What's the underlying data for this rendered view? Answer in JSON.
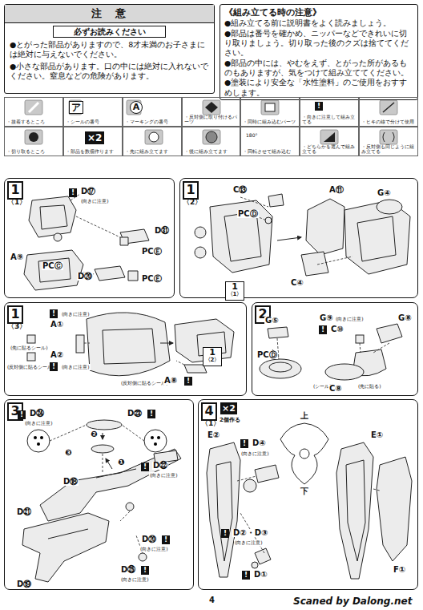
{
  "diagram": {
    "nodes": [
      {
        "text": [
          "注　意",
          "必ずお読みください",
          "●とがった部品がありますので、8才未満のお子さまには絶対に与えないでください。",
          "●小さな部品があります。口の中には絶対に入れないでください。窒息などの危険があります。"
        ]
      },
      {
        "text": [
          "《組み立てる時の注意》",
          "●組み立てる前に説明書をよく読みましょう。",
          "●部品は番号を確かめ、ニッパーなどできれいに切り取りましょう。切り取った後のクズは捨ててください。",
          "●部品の中には、やむをえず、とがった所があるものもありますが、気をつけて組み立ててください。",
          "●塗装により安全な「水性塗料」のご使用をおすすめします。"
        ]
      },
      {
        "text": [
          "・接着するところ"
        ]
      },
      {
        "text": [
          "・シールの番号"
        ]
      },
      {
        "text": [
          "・マーキングの番号"
        ]
      },
      {
        "text": [
          "・反対側に取り付けるパーツ"
        ]
      },
      {
        "text": [
          "・同時に組み込むパーツ"
        ]
      },
      {
        "text": [
          "・向きに注意して組み立てる"
        ]
      },
      {
        "text": [
          "・ヒキの線で分けて使用"
        ]
      },
      {
        "text": [
          "・切り取るところ"
        ]
      },
      {
        "text": [
          "・部品を数個作ります"
        ]
      },
      {
        "text": [
          "・先に組み立てます"
        ]
      },
      {
        "text": [
          "・後に組み立てます"
        ]
      },
      {
        "text": [
          "・回転させて組み込む"
        ]
      },
      {
        "text": [
          "・どちらかを選んで組み立てる"
        ]
      },
      {
        "text": [
          "・反対側も同じように組み立てる"
        ]
      },
      {
        "text": [
          "1",
          "〈1〉"
        ]
      },
      {
        "text": [
          "1",
          "〈2〉"
        ]
      },
      {
        "text": [
          "1",
          "〈1〉"
        ],
        "in": 17
      },
      {
        "text": [
          "1",
          "〈3〉"
        ]
      },
      {
        "text": [
          "1",
          "〈2〉"
        ],
        "in": 19
      },
      {
        "text": [
          "2"
        ]
      },
      {
        "text": [
          "3"
        ]
      },
      {
        "text": [
          "4",
          "×2",
          "〈1〉",
          "2個作る"
        ]
      }
    ],
    "labels": [
      "ア",
      "A",
      "×2",
      "180°",
      "!",
      "!",
      "D⑰",
      "(向きに注意)",
      "D㉛",
      "PCⒺ",
      "A⑨",
      "PCⒸ",
      "D⑳",
      "PCⒺ",
      "C⑬",
      "PCⒹ",
      "A⑪",
      "G④",
      "C④",
      "!",
      "(向きに注意)",
      "A①",
      "(先に貼るシール)",
      "(反対側に貼るシール)",
      "A②",
      "!",
      "(向きに注意)",
      "(反対側に貼るシール)",
      "A⑧",
      "!",
      "G⑤",
      "G⑨",
      "(向きに注意)",
      "!",
      "C⑩",
      "G⑧",
      "PCⒹ",
      "(シール)",
      "(先に貼る)",
      "C⑧",
      "!",
      "D㉔",
      "(向きに注意)",
      "D㉓",
      "!",
      "❷",
      "❸",
      "❶",
      "!",
      "D㉒",
      "(向きに注意)",
      "D⑱",
      "D㉑",
      "D⑲",
      "D⑳",
      "!",
      "(向きに注意)",
      "D㉕",
      "!",
      "(向きに注意)",
      "E②",
      "!",
      "D④",
      "(向きに注意)",
      "上",
      "下",
      "E①",
      "F①",
      "D②・D③",
      "(向きに注意)",
      "!",
      "!",
      "D①",
      "4",
      "Scaned by Dalong.net"
    ]
  }
}
